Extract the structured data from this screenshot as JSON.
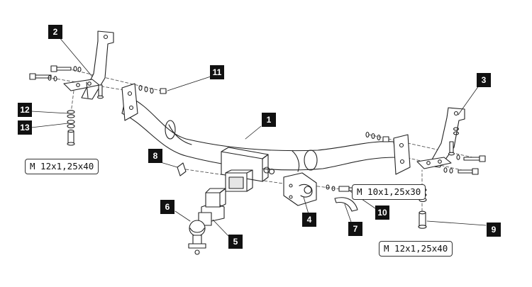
{
  "callouts": {
    "c1": "1",
    "c2": "2",
    "c3": "3",
    "c4": "4",
    "c5": "5",
    "c6": "6",
    "c7": "7",
    "c8": "8",
    "c9": "9",
    "c10": "10",
    "c11": "11",
    "c12": "12",
    "c13": "13"
  },
  "specs": {
    "bolt_left": "M 12x1,25x40",
    "bolt_right": "M 12x1,25x40",
    "bolt_socket": "M 10x1,25x30"
  },
  "colors": {
    "ink": "#222222",
    "callout_bg": "#111111",
    "shade": "#cfcfcf"
  }
}
